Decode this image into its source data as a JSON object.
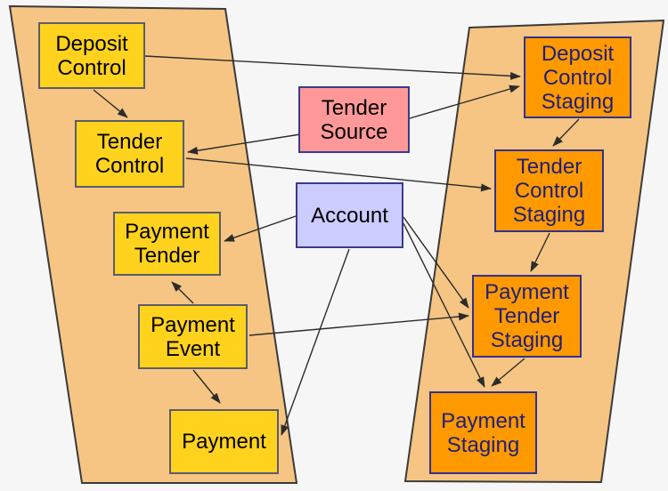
{
  "diagram": {
    "description": "Payment and tender staging data-flow diagram with two slanted bands: current entities (left, yellow) and staging entities (right, orange), plus Tender Source and Account feeder entities in the middle.",
    "nodes": {
      "deposit_control": {
        "label": "Deposit Control",
        "group": "current"
      },
      "tender_control": {
        "label": "Tender Control",
        "group": "current"
      },
      "payment_tender": {
        "label": "Payment Tender",
        "group": "current"
      },
      "payment_event": {
        "label": "Payment Event",
        "group": "current"
      },
      "payment": {
        "label": "Payment",
        "group": "current"
      },
      "tender_source": {
        "label": "Tender Source",
        "group": "middle"
      },
      "account": {
        "label": "Account",
        "group": "middle"
      },
      "deposit_control_staging": {
        "label": "Deposit Control Staging",
        "group": "staging"
      },
      "tender_control_staging": {
        "label": "Tender Control Staging",
        "group": "staging"
      },
      "payment_tender_staging": {
        "label": "Payment Tender Staging",
        "group": "staging"
      },
      "payment_staging": {
        "label": "Payment Staging",
        "group": "staging"
      }
    },
    "edges": [
      {
        "from": "Deposit Control",
        "to": "Tender Control"
      },
      {
        "from": "Deposit Control",
        "to": "Deposit Control Staging"
      },
      {
        "from": "Tender Source",
        "to": "Deposit Control Staging"
      },
      {
        "from": "Tender Source",
        "to": "Tender Control"
      },
      {
        "from": "Tender Control",
        "to": "Tender Control Staging"
      },
      {
        "from": "Deposit Control Staging",
        "to": "Tender Control Staging"
      },
      {
        "from": "Tender Control Staging",
        "to": "Payment Tender Staging"
      },
      {
        "from": "Payment Tender Staging",
        "to": "Payment Staging"
      },
      {
        "from": "Account",
        "to": "Payment Tender"
      },
      {
        "from": "Account",
        "to": "Payment"
      },
      {
        "from": "Account",
        "to": "Payment Tender Staging"
      },
      {
        "from": "Account",
        "to": "Payment Staging"
      },
      {
        "from": "Payment Event",
        "to": "Payment Tender"
      },
      {
        "from": "Payment Event",
        "to": "Payment"
      },
      {
        "from": "Payment Event",
        "to": "Payment Tender Staging"
      }
    ],
    "colors": {
      "background": "#F6F6F6",
      "band_fill": "#F6C583",
      "band_border": "#3A3A3A",
      "current_node_fill": "#FFD21E",
      "current_node_border": "#5C5C68",
      "staging_node_fill": "#FF9900",
      "staging_node_border": "#32328C",
      "staging_node_text": "#1F1F7B",
      "tender_source_fill": "#FF9999",
      "account_fill": "#CCCCFF",
      "middle_node_border": "#3A3A8F",
      "arrow": "#2B2B2B"
    }
  }
}
